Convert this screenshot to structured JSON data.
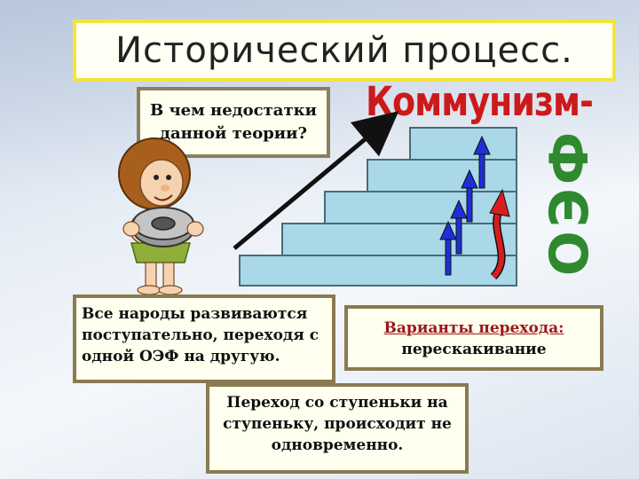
{
  "title": "Исторический процесс.",
  "question": {
    "line1": "В чем недостатки",
    "line2": "данной теории?"
  },
  "communism_label": "Коммунизм-",
  "oef_label": "ОЭФ",
  "notes": {
    "left": "Все народы развиваются поступательно, переходя с одной ОЭФ на другую.",
    "right_heading": "Варианты перехода:",
    "right_body": "перескакивание",
    "bottom": "Переход со ступеньки на ступеньку, происходит не одновременно."
  },
  "colors": {
    "stair_fill": "#a9d8e8",
    "arrow_blue": "#1f2fd6",
    "arrow_red": "#d61e1e",
    "communism": "#cc1a1a",
    "oef": "#2f8a2f"
  },
  "icons": [
    "caveman-illustration",
    "stone-wheel-icon",
    "up-arrow-icon",
    "curved-arrow-icon"
  ]
}
